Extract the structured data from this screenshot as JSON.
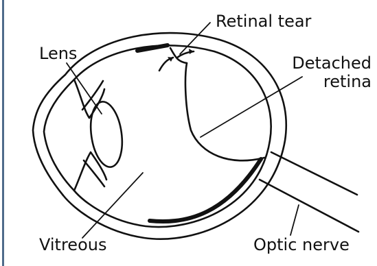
{
  "labels": {
    "retinal_tear": "Retinal tear",
    "lens": "Lens",
    "detached_retina_line1": "Detached",
    "detached_retina_line2": "retina",
    "vitreous": "Vitreous",
    "optic_nerve": "Optic nerve"
  },
  "colors": {
    "accent_rule": "#4f6b8a",
    "stroke": "#111111",
    "background": "#ffffff"
  },
  "icons": {
    "eye": "eye-cross-section-icon"
  }
}
